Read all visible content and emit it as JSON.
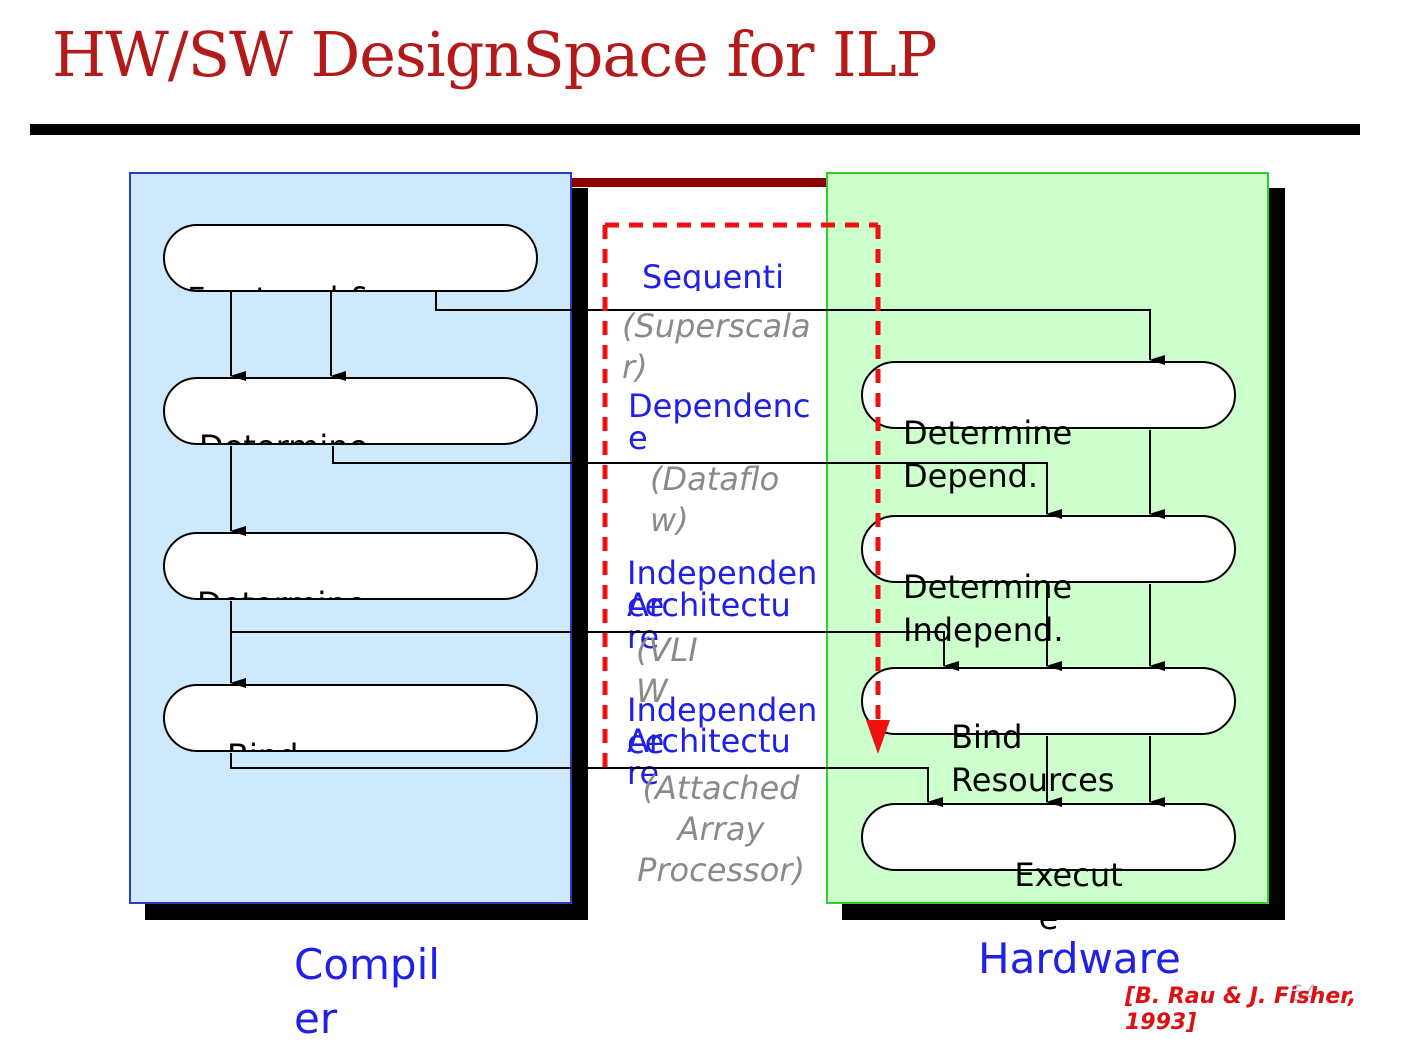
{
  "title": "HW/SW DesignSpace for ILP",
  "compiler": {
    "label": "Compil\ner",
    "nodes": [
      "Front end &\nOptimizer",
      "Determine\nDepend.",
      "Determine\nIndepend.",
      "Bind\nResources"
    ]
  },
  "hardware": {
    "label": "Hardware",
    "nodes": [
      "Determine\nDepend.",
      "Determine\nIndepend.",
      "Bind\nResources",
      "Execut\ne"
    ]
  },
  "middle": {
    "arch1_name": "Sequenti",
    "arch1_note": "(Superscala\nr)",
    "arch2_name": "Dependenc\ne",
    "arch2_note": "(Dataflo\nw)",
    "arch3_name": "Independen\nce",
    "arch3_suffix": "Architectu\nre",
    "arch3_note": "(VLI\nW",
    "arch4_name": "Independen\nce",
    "arch4_suffix": "Architectu\nre",
    "arch4_note": "(Attached\nArray\nProcessor)"
  },
  "citation": "[B. Rau & J. Fisher,\n1993]",
  "page_number": "64",
  "colors": {
    "title": "#b31b1b",
    "compiler_fill": "#cfe9fc",
    "hardware_fill": "#ccffcc",
    "link_label": "#2020e8",
    "note_label": "#8a8a8a",
    "dashed_box": "#ee1111",
    "citation": "#dd1111"
  }
}
